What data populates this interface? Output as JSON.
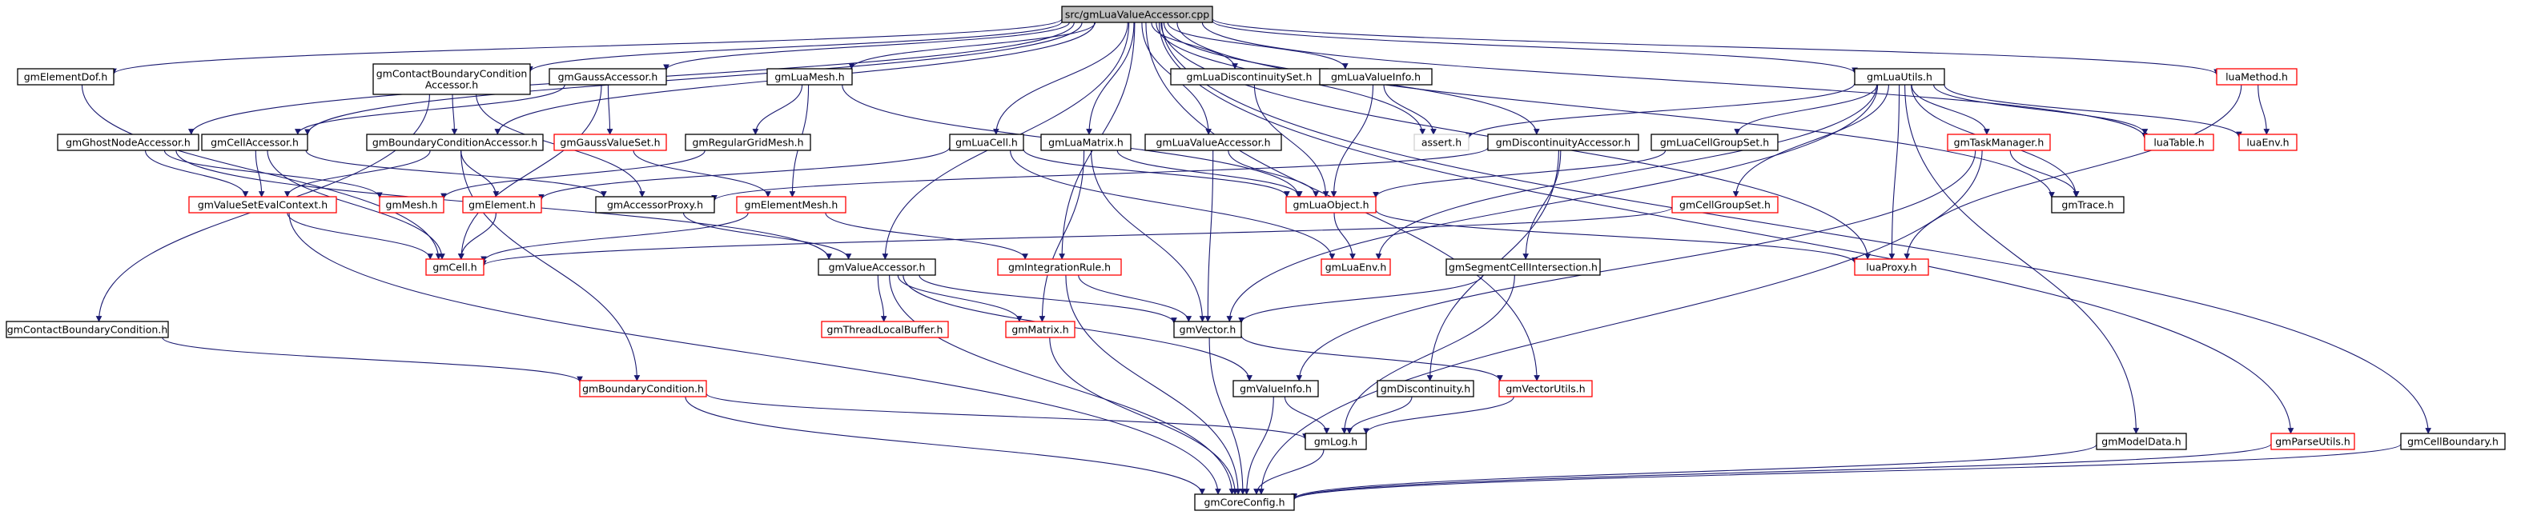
{
  "graph": {
    "nodes": [
      {
        "id": "root",
        "label": "src/gmLuaValueAccessor.cpp",
        "kind": "root"
      },
      {
        "id": "elementDof",
        "label": "gmElementDof.h",
        "kind": "normal"
      },
      {
        "id": "contactBCAcc",
        "label": "gmContactBoundaryCondition\nAccessor.h",
        "kind": "normal"
      },
      {
        "id": "gaussAcc",
        "label": "gmGaussAccessor.h",
        "kind": "normal"
      },
      {
        "id": "luaMesh",
        "label": "gmLuaMesh.h",
        "kind": "normal"
      },
      {
        "id": "luaDiscSet",
        "label": "gmLuaDiscontinuitySet.h",
        "kind": "normal"
      },
      {
        "id": "luaValueInfo",
        "label": "gmLuaValueInfo.h",
        "kind": "normal"
      },
      {
        "id": "luaUtils",
        "label": "gmLuaUtils.h",
        "kind": "normal"
      },
      {
        "id": "luaMethod",
        "label": "luaMethod.h",
        "kind": "truncated"
      },
      {
        "id": "ghostNode",
        "label": "gmGhostNodeAccessor.h",
        "kind": "normal"
      },
      {
        "id": "cellAcc",
        "label": "gmCellAccessor.h",
        "kind": "normal"
      },
      {
        "id": "bcAcc",
        "label": "gmBoundaryConditionAccessor.h",
        "kind": "normal"
      },
      {
        "id": "gaussValueSet",
        "label": "gmGaussValueSet.h",
        "kind": "truncated"
      },
      {
        "id": "regGrid",
        "label": "gmRegularGridMesh.h",
        "kind": "normal"
      },
      {
        "id": "luaCell",
        "label": "gmLuaCell.h",
        "kind": "normal"
      },
      {
        "id": "luaMatrix",
        "label": "gmLuaMatrix.h",
        "kind": "normal"
      },
      {
        "id": "luaValueAcc",
        "label": "gmLuaValueAccessor.h",
        "kind": "normal"
      },
      {
        "id": "assert",
        "label": "assert.h",
        "kind": "system"
      },
      {
        "id": "discAcc",
        "label": "gmDiscontinuityAccessor.h",
        "kind": "normal"
      },
      {
        "id": "luaCellGroupSet",
        "label": "gmLuaCellGroupSet.h",
        "kind": "normal"
      },
      {
        "id": "taskManager",
        "label": "gmTaskManager.h",
        "kind": "truncated"
      },
      {
        "id": "luaTable",
        "label": "luaTable.h",
        "kind": "truncated"
      },
      {
        "id": "luaEnvLower",
        "label": "luaEnv.h",
        "kind": "truncated"
      },
      {
        "id": "valueSetEval",
        "label": "gmValueSetEvalContext.h",
        "kind": "truncated"
      },
      {
        "id": "mesh",
        "label": "gmMesh.h",
        "kind": "truncated"
      },
      {
        "id": "element",
        "label": "gmElement.h",
        "kind": "truncated"
      },
      {
        "id": "accProxy",
        "label": "gmAccessorProxy.h",
        "kind": "normal"
      },
      {
        "id": "elementMesh",
        "label": "gmElementMesh.h",
        "kind": "truncated"
      },
      {
        "id": "luaObject",
        "label": "gmLuaObject.h",
        "kind": "truncated"
      },
      {
        "id": "trace",
        "label": "gmTrace.h",
        "kind": "normal"
      },
      {
        "id": "cellGroupSet",
        "label": "gmCellGroupSet.h",
        "kind": "truncated"
      },
      {
        "id": "cell",
        "label": "gmCell.h",
        "kind": "truncated"
      },
      {
        "id": "valueAcc",
        "label": "gmValueAccessor.h",
        "kind": "normal"
      },
      {
        "id": "integRule",
        "label": "gmIntegrationRule.h",
        "kind": "truncated"
      },
      {
        "id": "luaEnv",
        "label": "gmLuaEnv.h",
        "kind": "truncated"
      },
      {
        "id": "segCell",
        "label": "gmSegmentCellIntersection.h",
        "kind": "normal"
      },
      {
        "id": "luaProxy",
        "label": "luaProxy.h",
        "kind": "truncated"
      },
      {
        "id": "contactBC",
        "label": "gmContactBoundaryCondition.h",
        "kind": "normal"
      },
      {
        "id": "threadLocal",
        "label": "gmThreadLocalBuffer.h",
        "kind": "truncated"
      },
      {
        "id": "matrix",
        "label": "gmMatrix.h",
        "kind": "truncated"
      },
      {
        "id": "vector",
        "label": "gmVector.h",
        "kind": "normal"
      },
      {
        "id": "bc",
        "label": "gmBoundaryCondition.h",
        "kind": "truncated"
      },
      {
        "id": "valueInfo",
        "label": "gmValueInfo.h",
        "kind": "normal"
      },
      {
        "id": "disc",
        "label": "gmDiscontinuity.h",
        "kind": "normal"
      },
      {
        "id": "vectorUtils",
        "label": "gmVectorUtils.h",
        "kind": "truncated"
      },
      {
        "id": "log",
        "label": "gmLog.h",
        "kind": "normal"
      },
      {
        "id": "modelData",
        "label": "gmModelData.h",
        "kind": "normal"
      },
      {
        "id": "parseUtils",
        "label": "gmParseUtils.h",
        "kind": "truncated"
      },
      {
        "id": "cellBoundary",
        "label": "gmCellBoundary.h",
        "kind": "normal"
      },
      {
        "id": "coreConfig",
        "label": "gmCoreConfig.h",
        "kind": "normal"
      }
    ],
    "edges": [
      [
        "root",
        "elementDof"
      ],
      [
        "root",
        "contactBCAcc"
      ],
      [
        "root",
        "gaussAcc"
      ],
      [
        "root",
        "luaMesh"
      ],
      [
        "root",
        "luaDiscSet"
      ],
      [
        "root",
        "luaValueInfo"
      ],
      [
        "root",
        "luaUtils"
      ],
      [
        "root",
        "luaMethod"
      ],
      [
        "root",
        "ghostNode"
      ],
      [
        "root",
        "cellAcc"
      ],
      [
        "root",
        "bcAcc"
      ],
      [
        "root",
        "luaCell"
      ],
      [
        "root",
        "luaMatrix"
      ],
      [
        "root",
        "luaValueAcc"
      ],
      [
        "root",
        "assert"
      ],
      [
        "root",
        "discAcc"
      ],
      [
        "root",
        "luaTable"
      ],
      [
        "root",
        "valueAcc"
      ],
      [
        "root",
        "integRule"
      ],
      [
        "root",
        "trace"
      ],
      [
        "root",
        "luaProxy"
      ],
      [
        "root",
        "vectorUtils"
      ],
      [
        "root",
        "parseUtils"
      ],
      [
        "root",
        "cellBoundary"
      ],
      [
        "elementDof",
        "cell"
      ],
      [
        "contactBCAcc",
        "bcAcc"
      ],
      [
        "contactBCAcc",
        "accProxy"
      ],
      [
        "contactBCAcc",
        "contactBC"
      ],
      [
        "gaussAcc",
        "cellAcc"
      ],
      [
        "gaussAcc",
        "gaussValueSet"
      ],
      [
        "gaussAcc",
        "cell"
      ],
      [
        "luaMesh",
        "regGrid"
      ],
      [
        "luaMesh",
        "elementMesh"
      ],
      [
        "luaMesh",
        "luaObject"
      ],
      [
        "luaDiscSet",
        "luaObject"
      ],
      [
        "luaValueInfo",
        "luaObject"
      ],
      [
        "luaValueInfo",
        "assert"
      ],
      [
        "luaUtils",
        "assert"
      ],
      [
        "luaUtils",
        "luaCellGroupSet"
      ],
      [
        "luaUtils",
        "taskManager"
      ],
      [
        "luaUtils",
        "luaTable"
      ],
      [
        "luaUtils",
        "luaEnvLower"
      ],
      [
        "luaUtils",
        "trace"
      ],
      [
        "luaUtils",
        "cellGroupSet"
      ],
      [
        "luaUtils",
        "luaProxy"
      ],
      [
        "luaUtils",
        "luaEnv"
      ],
      [
        "luaUtils",
        "vector"
      ],
      [
        "luaUtils",
        "modelData"
      ],
      [
        "luaMethod",
        "luaEnvLower"
      ],
      [
        "luaMethod",
        "luaProxy"
      ],
      [
        "ghostNode",
        "valueSetEval"
      ],
      [
        "ghostNode",
        "mesh"
      ],
      [
        "ghostNode",
        "valueAcc"
      ],
      [
        "cellAcc",
        "valueSetEval"
      ],
      [
        "cellAcc",
        "cell"
      ],
      [
        "cellAcc",
        "accProxy"
      ],
      [
        "bcAcc",
        "valueSetEval"
      ],
      [
        "bcAcc",
        "element"
      ],
      [
        "bcAcc",
        "bc"
      ],
      [
        "gaussValueSet",
        "elementMesh"
      ],
      [
        "regGrid",
        "mesh"
      ],
      [
        "luaCell",
        "luaObject"
      ],
      [
        "luaCell",
        "element"
      ],
      [
        "luaCell",
        "luaEnv"
      ],
      [
        "luaMatrix",
        "luaObject"
      ],
      [
        "luaMatrix",
        "matrix"
      ],
      [
        "luaMatrix",
        "vector"
      ],
      [
        "luaValueAcc",
        "luaObject"
      ],
      [
        "luaValueAcc",
        "vector"
      ],
      [
        "discAcc",
        "accProxy"
      ],
      [
        "discAcc",
        "segCell"
      ],
      [
        "discAcc",
        "disc"
      ],
      [
        "luaCellGroupSet",
        "luaObject"
      ],
      [
        "taskManager",
        "trace"
      ],
      [
        "taskManager",
        "valueInfo"
      ],
      [
        "taskManager",
        "coreConfig"
      ],
      [
        "valueSetEval",
        "cell"
      ],
      [
        "valueSetEval",
        "coreConfig"
      ],
      [
        "element",
        "cell"
      ],
      [
        "accProxy",
        "valueAcc"
      ],
      [
        "elementMesh",
        "cell"
      ],
      [
        "elementMesh",
        "integRule"
      ],
      [
        "luaObject",
        "luaEnv"
      ],
      [
        "luaObject",
        "luaProxy"
      ],
      [
        "cellGroupSet",
        "cell"
      ],
      [
        "valueAcc",
        "threadLocal"
      ],
      [
        "valueAcc",
        "matrix"
      ],
      [
        "valueAcc",
        "vector"
      ],
      [
        "valueAcc",
        "valueInfo"
      ],
      [
        "valueAcc",
        "coreConfig"
      ],
      [
        "integRule",
        "vector"
      ],
      [
        "integRule",
        "coreConfig"
      ],
      [
        "segCell",
        "vector"
      ],
      [
        "segCell",
        "log"
      ],
      [
        "contactBC",
        "bc"
      ],
      [
        "matrix",
        "coreConfig"
      ],
      [
        "vector",
        "vectorUtils"
      ],
      [
        "vector",
        "coreConfig"
      ],
      [
        "bc",
        "log"
      ],
      [
        "bc",
        "coreConfig"
      ],
      [
        "valueInfo",
        "log"
      ],
      [
        "valueInfo",
        "coreConfig"
      ],
      [
        "disc",
        "log"
      ],
      [
        "vectorUtils",
        "log"
      ],
      [
        "log",
        "coreConfig"
      ],
      [
        "modelData",
        "coreConfig"
      ],
      [
        "parseUtils",
        "coreConfig"
      ],
      [
        "cellBoundary",
        "coreConfig"
      ]
    ]
  },
  "colors": {
    "edge": "#191970",
    "box_border_normal": "#000000",
    "box_border_truncated": "#ff0000",
    "box_border_system": "#d3d3d3",
    "root_fill": "#bfbfbf",
    "box_fill": "#ffffff"
  }
}
